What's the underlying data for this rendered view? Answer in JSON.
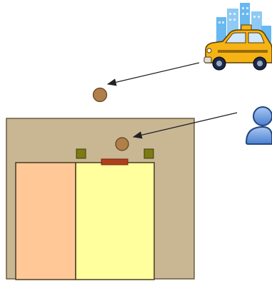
{
  "scene": {
    "icons": {
      "city_taxi": "taxi-with-city-skyline",
      "person": "user-person",
      "ball": "brown-circle-marker",
      "square": "olive-square-marker"
    },
    "colors": {
      "background": "#ffffff",
      "frame_fill": "#c9b794",
      "frame_stroke": "#6b5a3e",
      "left_panel": "#ffc896",
      "right_panel": "#ffff9e",
      "panel_stroke": "#4a3a20",
      "ball_fill": "#b07f4a",
      "ball_stroke": "#5e3f1d",
      "square_fill": "#7c7a14",
      "bar_fill": "#b0401a",
      "arrow": "#222222",
      "taxi_body": "#f6b316",
      "taxi_window": "#cfe7ff",
      "skyline": "#69b8f0",
      "person_fill": "#5f8fd8",
      "person_stroke": "#22467e"
    }
  }
}
